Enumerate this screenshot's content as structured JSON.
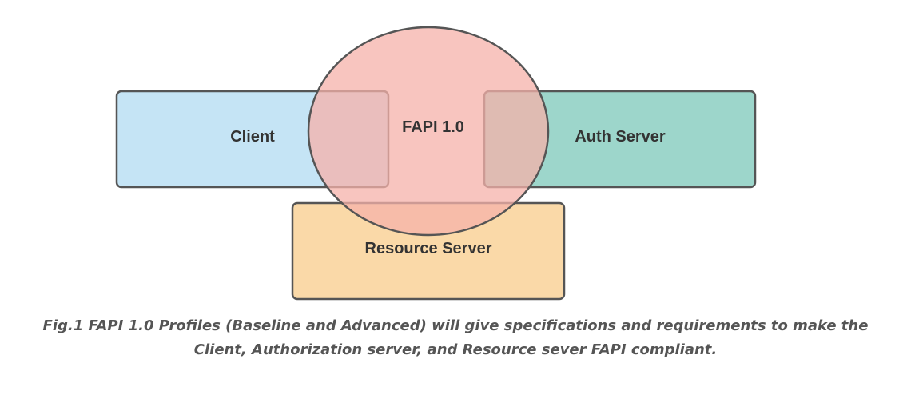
{
  "diagram": {
    "nodes": {
      "client": {
        "label": "Client",
        "fill": "#c5e4f5"
      },
      "auth_server": {
        "label": "Auth Server",
        "fill": "#9dd6cb"
      },
      "resource_server": {
        "label": "Resource Server",
        "fill": "#fad9a8"
      },
      "fapi": {
        "label": "FAPI 1.0",
        "fill": "#f6b2aa"
      }
    },
    "stroke_color": "#555555"
  },
  "caption": {
    "line1": "Fig.1 FAPI 1.0 Profiles (Baseline and Advanced) will give specifications and requirements to make the",
    "line2": "Client, Authorization server, and Resource sever FAPI compliant."
  }
}
